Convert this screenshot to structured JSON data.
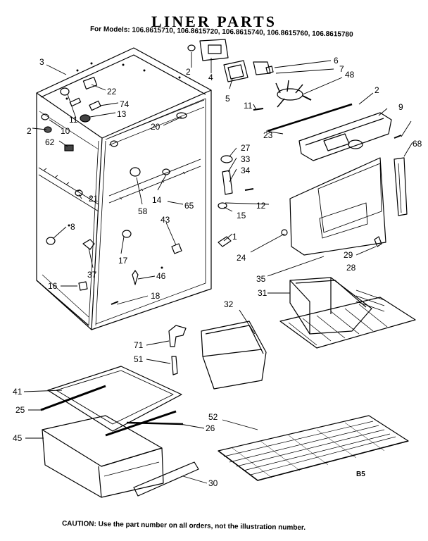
{
  "header": {
    "title": "LINER PARTS",
    "models": "For Models: 106.8615710, 106.8615720, 106.8615740, 106.8615760, 106.8615780"
  },
  "footer": {
    "caution": "CAUTION: Use the part number on all orders, not the illustration number.",
    "ref_code": "B5"
  },
  "callouts": [
    "2",
    "3",
    "4",
    "5",
    "6",
    "7",
    "48",
    "22",
    "74",
    "13",
    "11",
    "10",
    "2",
    "62",
    "20",
    "2",
    "9",
    "11",
    "23",
    "27",
    "33",
    "68",
    "34",
    "12",
    "15",
    "65",
    "14",
    "58",
    "21",
    "8",
    "43",
    "1",
    "24",
    "29",
    "28",
    "17",
    "37",
    "16",
    "46",
    "18",
    "35",
    "31",
    "32",
    "71",
    "51",
    "41",
    "25",
    "45",
    "26",
    "52",
    "30"
  ]
}
